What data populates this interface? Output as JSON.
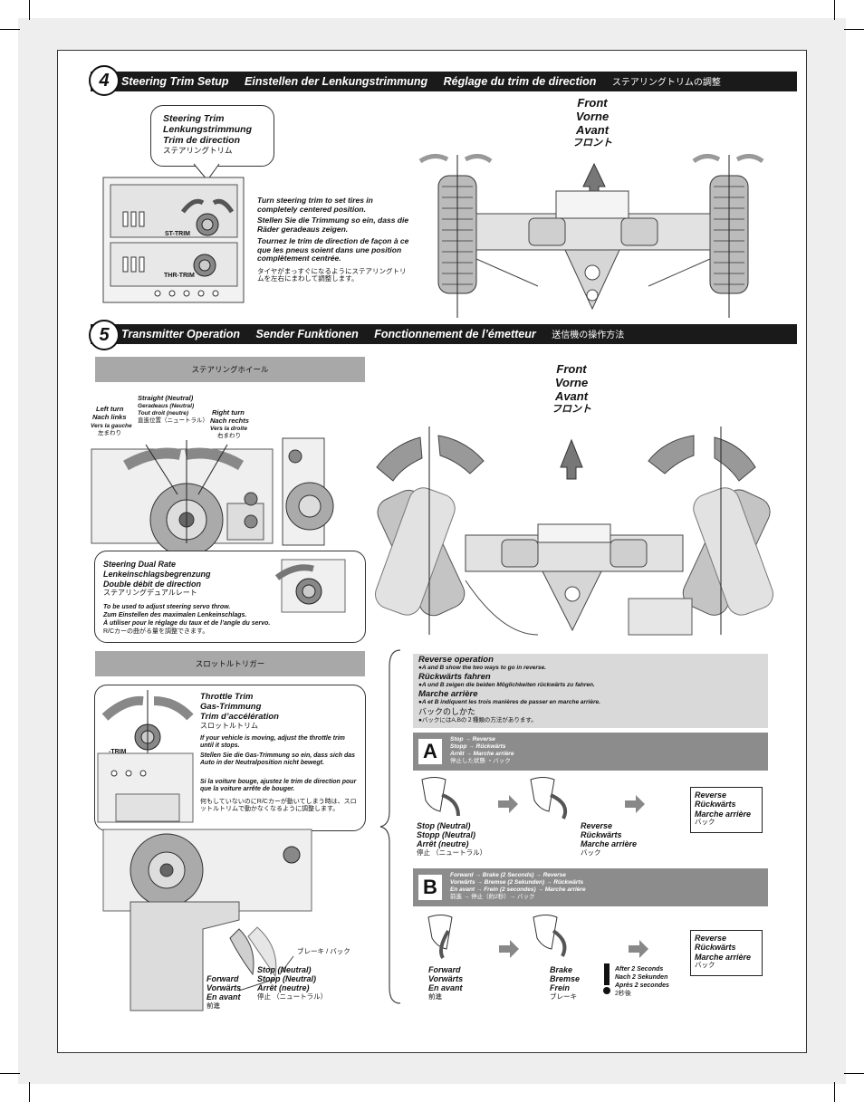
{
  "step4": {
    "number": "4",
    "titles": [
      "Steering Trim Setup",
      "Einstellen der Lenkungstrimmung",
      "Réglage du trim de direction",
      "ステアリングトリムの調整"
    ],
    "callout": [
      "Steering Trim",
      "Lenkungstrimmung",
      "Trim de direction",
      "ステアリングトリム"
    ],
    "instructions": {
      "en": "Turn steering trim to set tires in completely centered position.",
      "de": "Stellen Sie die Trimmung so ein, dass die Räder geradeaus zeigen.",
      "fr": "Tournez le trim de direction de façon à ce que les pneus soient dans une position complètement centrée.",
      "jp": "タイヤがまっすぐになるようにステアリングトリムを左右にまわして調整します。"
    },
    "tx_labels": {
      "st": "ST-TRIM",
      "thr": "THR-TRIM"
    },
    "front": [
      "Front",
      "Vorne",
      "Avant",
      "フロント"
    ]
  },
  "step5": {
    "number": "5",
    "titles": [
      "Transmitter Operation",
      "Sender Funktionen",
      "Fonctionnement de l’émetteur",
      "送信機の操作方法"
    ],
    "wheel_header": "ステアリングホイール",
    "straight": [
      "Straight (Neutral)",
      "Geradeaus (Neutral)",
      "Tout droit (neutre)",
      "直進位置（ニュートラル）"
    ],
    "left": [
      "Left turn",
      "Nach links",
      "Vers la gauche",
      "左まわり"
    ],
    "right": [
      "Right turn",
      "Nach rechts",
      "Vers la droite",
      "右まわり"
    ],
    "dual_rate": {
      "titles": [
        "Steering Dual Rate",
        "Lenkeinschlagsbegrenzung",
        "Double débit de direction",
        "ステアリングデュアルレート"
      ],
      "desc": [
        "To be used to adjust steering servo throw.",
        "Zum Einstellen des maximalen Lenkeinschlags.",
        "À utiliser pour le réglage du taux et de l’angle du servo.",
        "R/Cカーの曲がる量を調整できます。"
      ]
    },
    "front": [
      "Front",
      "Vorne",
      "Avant",
      "フロント"
    ],
    "throttle_header": "スロットルトリガー",
    "throttle_trim": {
      "titles": [
        "Throttle Trim",
        "Gas-Trimmung",
        "Trim d’accélération",
        "スロットルトリム"
      ],
      "desc": [
        "If your vehicle is moving, adjust the throttle trim until it stops.",
        "Stellen Sie die Gas-Trimmung so ein, dass sich das Auto in der Neutralposition nicht bewegt.",
        "Si la voiture bouge, ajustez le trim de direction pour que la voiture arrête de bouger.",
        "何もしていないのにR/Cカーが動いてしまう時は、スロットルトリムで動かなくなるように調整します。"
      ],
      "trim_label": "-TRIM"
    },
    "trigger": {
      "brake_jp": "ブレーキ / バック",
      "forward": [
        "Forward",
        "Vorwärts",
        "En avant",
        "前進"
      ],
      "stop": [
        "Stop (Neutral)",
        "Stopp (Neutral)",
        "Arrêt (neutre)",
        "停止 （ニュートラル）"
      ]
    },
    "reverse": {
      "titles": [
        {
          "t": "Reverse operation",
          "d": "●A and B show the two ways to go in reverse."
        },
        {
          "t": "Rückwärts fahren",
          "d": "●A und B zeigen die beiden Möglichkeiten rückwärts zu fahren."
        },
        {
          "t": "Marche arrière",
          "d": "●A et B indiquent les trois manières de passer en marche arrière."
        },
        {
          "t": "バックのしかた",
          "d": "●バックにはA,Bの２種類の方法があります。"
        }
      ],
      "A": {
        "letter": "A",
        "seq": [
          "Stop → Reverse",
          "Stopp → Rückwärts",
          "Arrêt → Marche arrière",
          "停止した状態 ・バック"
        ],
        "stop": [
          "Stop (Neutral)",
          "Stopp (Neutral)",
          "Arrêt (neutre)",
          "停止 （ニュートラル）"
        ],
        "reverse": [
          "Reverse",
          "Rückwärts",
          "Marche arrière",
          "バック"
        ],
        "box": [
          "Reverse",
          "Rückwärts",
          "Marche arrière",
          "バック"
        ]
      },
      "B": {
        "letter": "B",
        "seq": [
          "Forward → Brake (2 Seconds) → Reverse",
          "Vorwärts → Bremse (2 Sekunden) → Rückwärts",
          "En avant → Frein (2 secondes) → Marche arrière",
          "前進 → 停止（約2秒）→ バック"
        ],
        "forward": [
          "Forward",
          "Vorwärts",
          "En avant",
          "前進"
        ],
        "brake": [
          "Brake",
          "Bremse",
          "Frein",
          "ブレーキ"
        ],
        "after": [
          "After 2 Seconds",
          "Nach 2 Sekunden",
          "Après 2 secondes",
          "2秒後"
        ],
        "box": [
          "Reverse",
          "Rückwärts",
          "Marche arrière",
          "バック"
        ]
      }
    }
  }
}
